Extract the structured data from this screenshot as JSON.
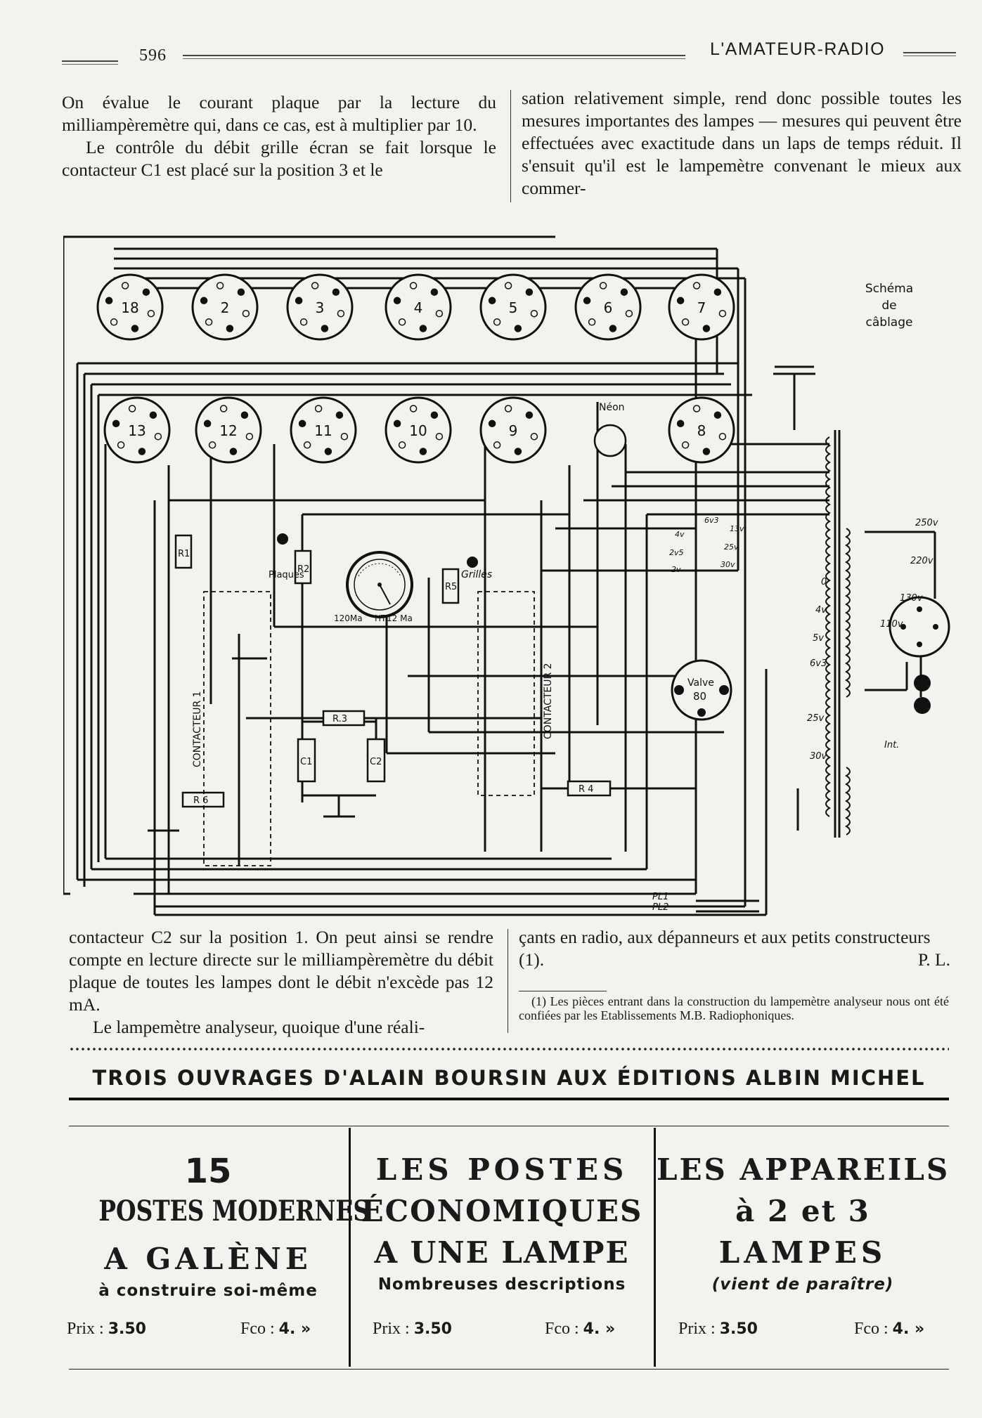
{
  "header": {
    "page_number": "596",
    "running_title": "L'AMATEUR-RADIO"
  },
  "top_text": {
    "left_col": [
      "On évalue le courant plaque par la lecture du milliampèremètre qui, dans ce cas, est à multiplier par 10.",
      "Le contrôle du débit grille écran se fait lorsque le contacteur C1 est placé sur la position 3 et le"
    ],
    "right_col": [
      "sation relativement simple, rend donc possible toutes les mesures importantes des lampes — mesures qui peuvent être effectuées avec exactitude dans un laps de temps réduit. Il s'ensuit qu'il est le lampemètre convenant le mieux aux commer-"
    ]
  },
  "diagram": {
    "caption_lines": [
      "Schéma",
      "de",
      "câblage"
    ],
    "sockets_top": [
      "18",
      "2",
      "3",
      "4",
      "5",
      "6",
      "7"
    ],
    "sockets_bottom": [
      "13",
      "12",
      "11",
      "10",
      "9",
      "8"
    ],
    "neon_label": "Néon",
    "labels": {
      "r1": "R1",
      "r2": "R2",
      "r3": "R.3",
      "r4": "R 4",
      "r5": "R5",
      "r6": "R 6",
      "c1": "C1",
      "c2": "C2",
      "plaques": "Plaques",
      "grilles": "Grilles",
      "ma120": "120Ma",
      "ht": "HT",
      "ma12": "12 Ma",
      "contacteur1": "CONTACTEUR 1",
      "contacteur2": "CONTACTEUR 2",
      "valve": "Valve",
      "valve_num": "80",
      "pl1": "PL1",
      "pl2": "PL2",
      "int": "Int.",
      "t_250": "250v",
      "t_220": "220v",
      "t_130": "130v",
      "t_110": "110v",
      "t_0": "0",
      "t_4": "4v",
      "t_5": "5v",
      "t_63": "6v3",
      "t_25": "25v",
      "t_30": "30v",
      "sel_4": "4v",
      "sel_63": "6v3",
      "sel_13": "13v",
      "sel_25a": "2v5",
      "sel_25b": "25v",
      "sel_2": "2v",
      "sel_30": "30v"
    }
  },
  "bottom_text": {
    "left_col": [
      "contacteur C2 sur la position 1. On peut ainsi se rendre compte en lecture directe sur le milliampèremètre du débit plaque de toutes les lampes dont le débit n'excède pas 12 mA.",
      "Le lampemètre analyseur, quoique d'une réali-"
    ],
    "right_col": "çants en radio, aux dépanneurs et aux petits constructeurs (1).",
    "signature": "P. L.",
    "footnote": "(1) Les pièces entrant dans la construction du lampemètre analyseur nous ont été confiées par les Etablissements M.B. Radiophoniques."
  },
  "ad": {
    "banner": "TROIS OUVRAGES D'ALAIN BOURSIN AUX ÉDITIONS ALBIN MICHEL",
    "books": [
      {
        "line1": "15",
        "line2": "POSTES MODERNES",
        "line3": "A GALÈNE",
        "subtitle": "à construire soi-même",
        "price_label": "Prix :",
        "price_value": "3.50",
        "franco_label": "Fco :",
        "franco_value": "4. »"
      },
      {
        "line1": "LES POSTES",
        "line2": "ÉCONOMIQUES",
        "line3": "A UNE LAMPE",
        "subtitle": "Nombreuses descriptions",
        "price_label": "Prix :",
        "price_value": "3.50",
        "franco_label": "Fco :",
        "franco_value": "4. »"
      },
      {
        "line1": "LES APPAREILS",
        "line2": "à 2 et 3",
        "line3": "LAMPES",
        "subtitle": "(vient de paraître)",
        "price_label": "Prix :",
        "price_value": "3.50",
        "franco_label": "Fco :",
        "franco_value": "4. »"
      }
    ]
  }
}
